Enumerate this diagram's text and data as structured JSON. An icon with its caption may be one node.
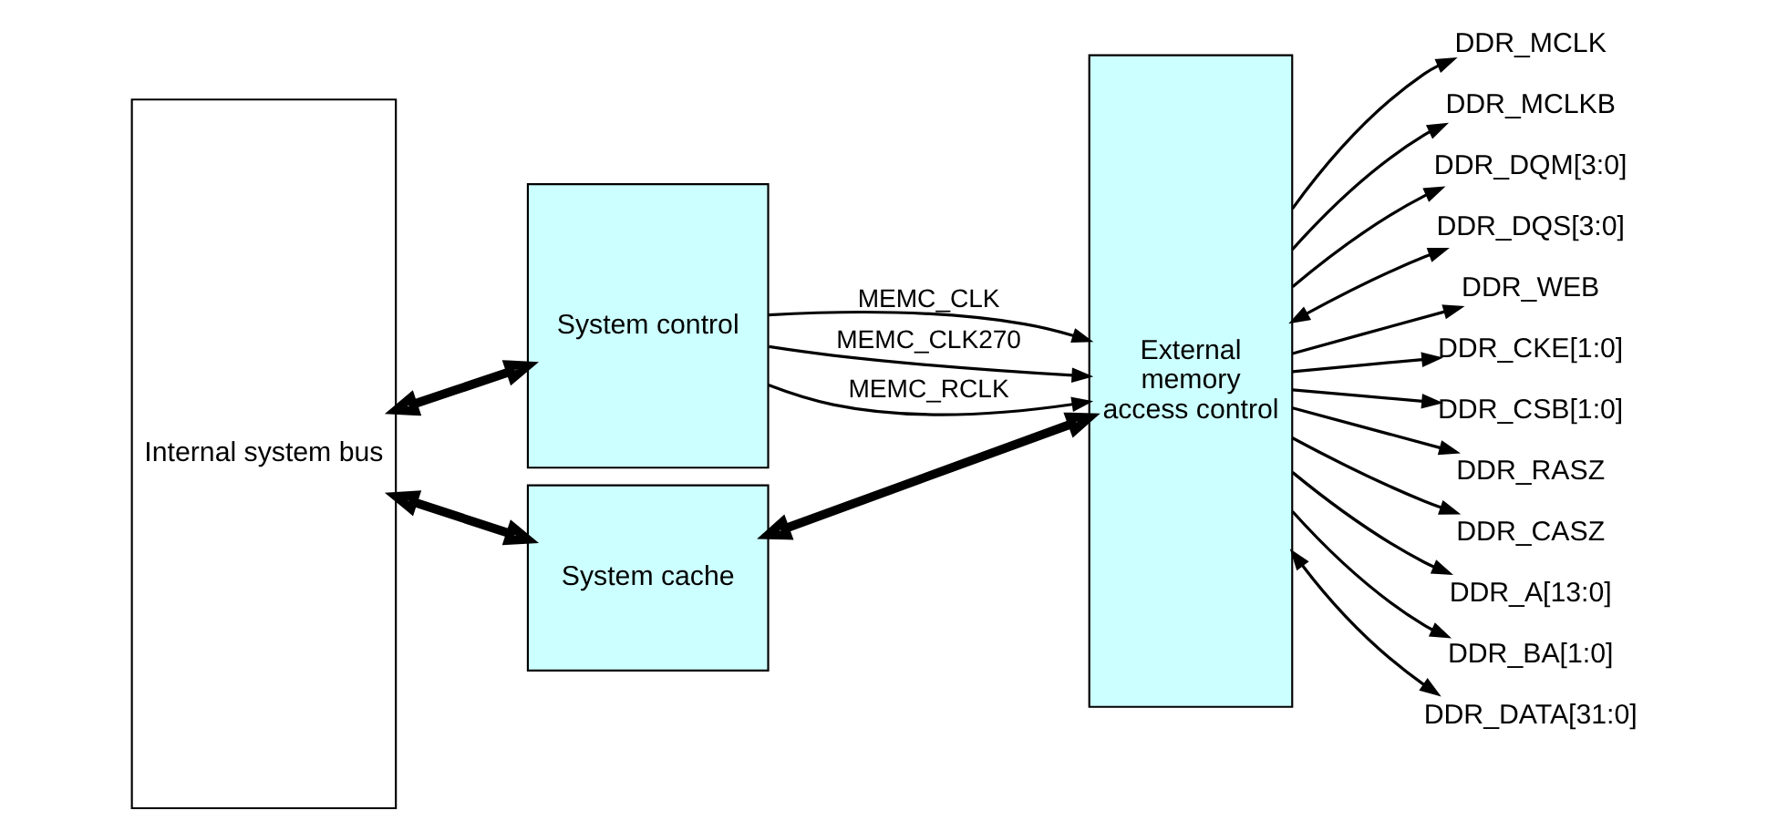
{
  "diagram": {
    "nodes": [
      {
        "text": [
          "Internal system bus"
        ]
      },
      {
        "text": [
          "System control"
        ]
      },
      {
        "text": [
          "System cache"
        ]
      },
      {
        "text": [
          "External memory access control"
        ]
      },
      {
        "text": [
          "DDR_MCLK"
        ]
      },
      {
        "text": [
          "DDR_MCLKB"
        ]
      },
      {
        "text": [
          "DDR_DQM[3:0]"
        ]
      },
      {
        "text": [
          "DDR_DQS[3:0]"
        ]
      },
      {
        "text": [
          "DDR_WEB"
        ]
      },
      {
        "text": [
          "DDR_CKE[1:0]"
        ]
      },
      {
        "text": [
          "DDR_CSB[1:0]"
        ]
      },
      {
        "text": [
          "DDR_RASZ"
        ]
      },
      {
        "text": [
          "DDR_CASZ"
        ]
      },
      {
        "text": [
          "DDR_A[13:0]"
        ]
      },
      {
        "text": [
          "DDR_BA[1:0]"
        ]
      },
      {
        "text": [
          "DDR_DATA[31:0]"
        ]
      }
    ],
    "edges": [
      {
        "from": 0,
        "to": 1,
        "arrow": "both",
        "style": "thick"
      },
      {
        "from": 0,
        "to": 2,
        "arrow": "both",
        "style": "thick"
      },
      {
        "from": 1,
        "to": 3,
        "arrow": "to",
        "label": "MEMC_CLK"
      },
      {
        "from": 1,
        "to": 3,
        "arrow": "to",
        "label": "MEMC_CLK270"
      },
      {
        "from": 1,
        "to": 3,
        "arrow": "to",
        "label": "MEMC_RCLK"
      },
      {
        "from": 2,
        "to": 3,
        "arrow": "both",
        "style": "thick"
      },
      {
        "from": 3,
        "to": 4,
        "arrow": "to"
      },
      {
        "from": 3,
        "to": 5,
        "arrow": "to"
      },
      {
        "from": 3,
        "to": 6,
        "arrow": "to"
      },
      {
        "from": 3,
        "to": 7,
        "arrow": "both"
      },
      {
        "from": 3,
        "to": 8,
        "arrow": "to"
      },
      {
        "from": 3,
        "to": 9,
        "arrow": "to"
      },
      {
        "from": 3,
        "to": 10,
        "arrow": "to"
      },
      {
        "from": 3,
        "to": 11,
        "arrow": "to"
      },
      {
        "from": 3,
        "to": 12,
        "arrow": "to"
      },
      {
        "from": 3,
        "to": 13,
        "arrow": "to"
      },
      {
        "from": 3,
        "to": 14,
        "arrow": "to"
      },
      {
        "from": 3,
        "to": 15,
        "arrow": "both"
      }
    ]
  }
}
